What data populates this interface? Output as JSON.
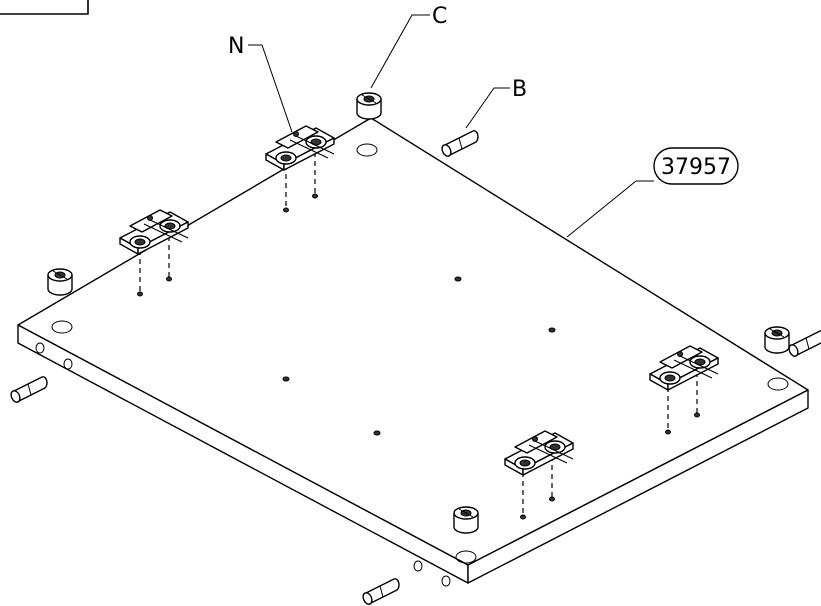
{
  "labels": {
    "panel_code": "37957",
    "hinge_plate": "N",
    "cam_housing": "C",
    "dowel": "B"
  }
}
